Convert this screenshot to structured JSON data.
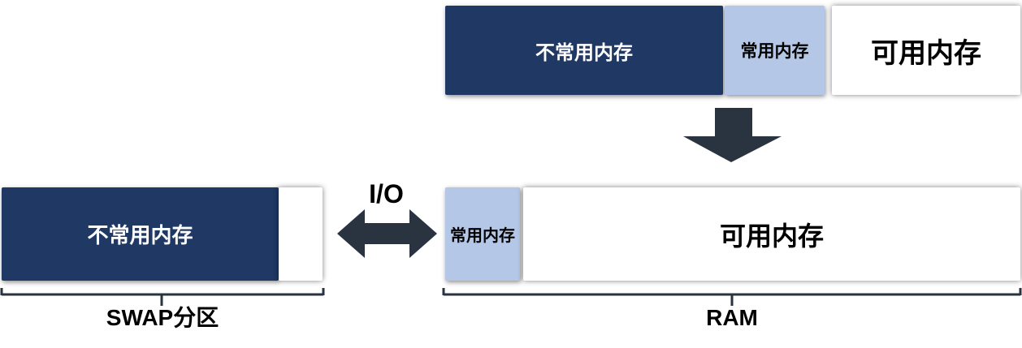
{
  "colors": {
    "dark_navy": "#1F3864",
    "light_blue": "#B4C7E7",
    "segment_white": "#FFFFFF",
    "arrow_dark": "#2A3340",
    "text_black": "#000000",
    "text_white": "#FFFFFF"
  },
  "top_bar": {
    "segments": [
      {
        "label": "不常用内存",
        "color": "#1F3864"
      },
      {
        "label": "常用内存",
        "color": "#B4C7E7"
      },
      {
        "label": "可用内存",
        "color": "#FFFFFF"
      }
    ]
  },
  "swap_bar": {
    "caption": "SWAP分区",
    "segments": [
      {
        "label": "不常用内存",
        "color": "#1F3864"
      },
      {
        "label": "",
        "color": "#FFFFFF"
      }
    ]
  },
  "ram_bar": {
    "caption": "RAM",
    "segments": [
      {
        "label": "常用内存",
        "color": "#B4C7E7"
      },
      {
        "label": "可用内存",
        "color": "#FFFFFF"
      }
    ]
  },
  "io_arrow": {
    "label": "I/O"
  },
  "icons": {
    "down_arrow": "down-arrow-icon",
    "double_arrow": "left-right-arrow-icon"
  }
}
